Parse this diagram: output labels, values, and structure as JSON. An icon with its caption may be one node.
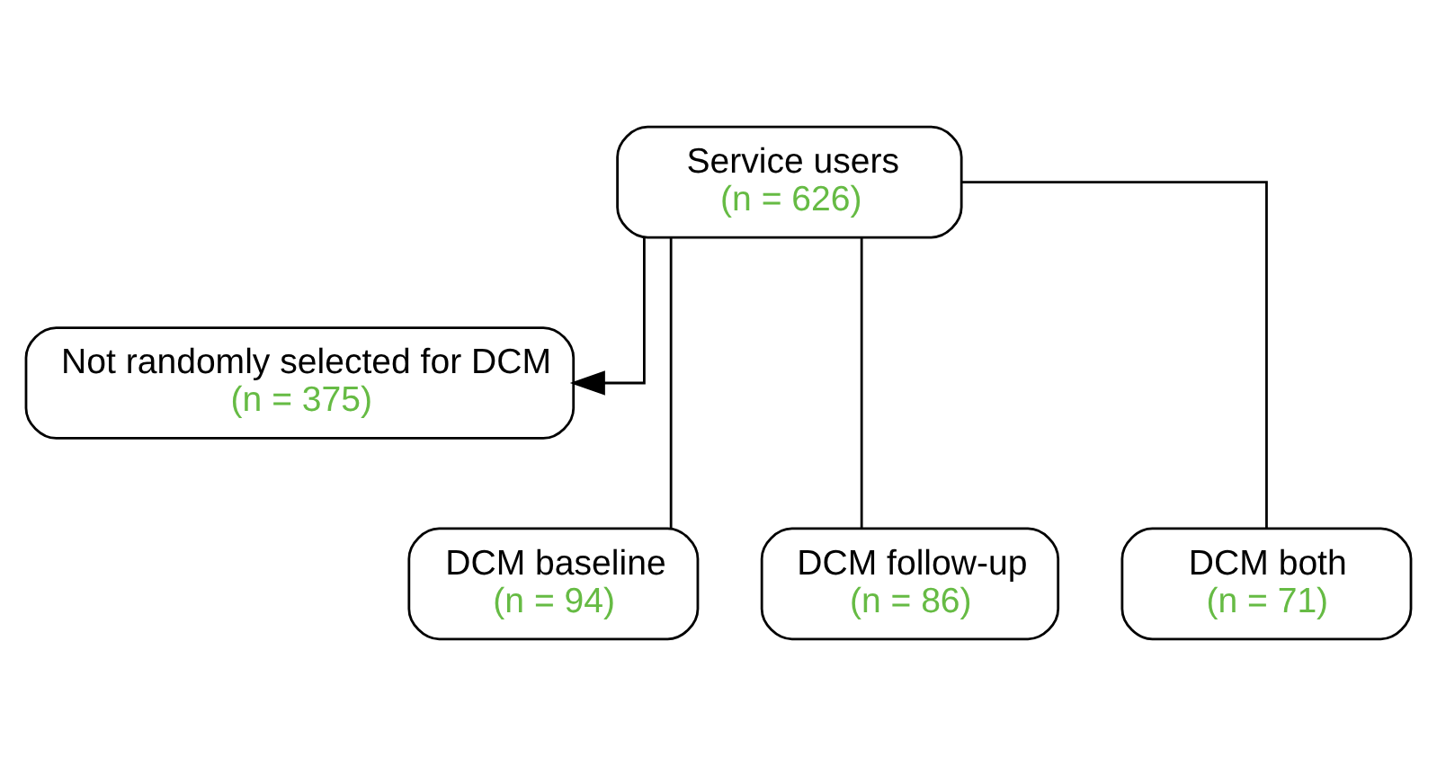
{
  "diagram": {
    "nodes": [
      {
        "text": [
          "Service users",
          "(n = 626)"
        ]
      },
      {
        "text": [
          "Not randomly selected for DCM",
          "(n = 375)"
        ]
      },
      {
        "text": [
          "DCM baseline",
          "(n = 94)"
        ]
      },
      {
        "text": [
          "DCM follow-up",
          "(n = 86)"
        ]
      },
      {
        "text": [
          "DCM both",
          "(n = 71)"
        ]
      }
    ],
    "edges": [
      {
        "from": 0,
        "to": 1,
        "arrow": "to"
      },
      {
        "from": 0,
        "to": 2,
        "arrow": "none"
      },
      {
        "from": 0,
        "to": 3,
        "arrow": "none"
      },
      {
        "from": 0,
        "to": 4,
        "arrow": "none"
      }
    ]
  }
}
